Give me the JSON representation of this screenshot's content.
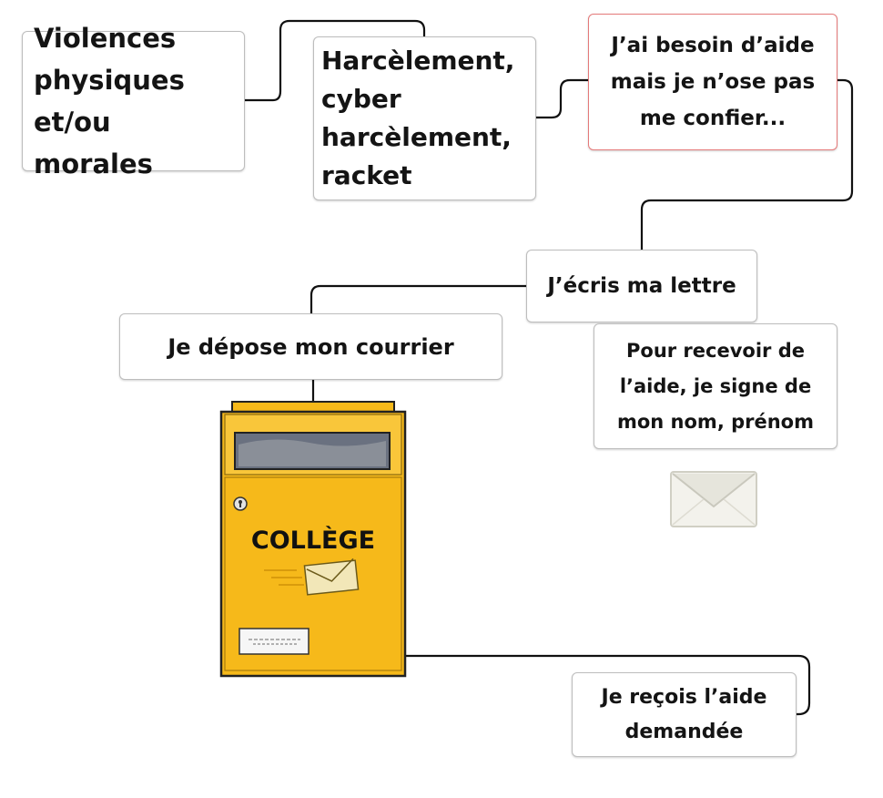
{
  "nodes": {
    "violences": "Violences physiques et/ou morales",
    "harcelement": "Harcèlement, cyber harcèlement, racket",
    "besoin_aide": "J’ai besoin d’aide mais je n’ose pas me confier...",
    "ecris": "J’écris ma lettre",
    "depose": "Je dépose mon courrier",
    "signe": "Pour recevoir de l’aide, je signe de mon nom, prénom",
    "recois": "Je reçois l’aide demandée"
  },
  "mailbox": {
    "label": "COLLÈGE"
  },
  "colors": {
    "mailbox_yellow": "#f6b91a",
    "mailbox_dark": "#d99b0c",
    "highlight_border": "#e57a7a",
    "connector": "#111111"
  },
  "icons": [
    "envelope-icon",
    "mailbox-illustration",
    "keyhole-icon",
    "label-plate"
  ]
}
